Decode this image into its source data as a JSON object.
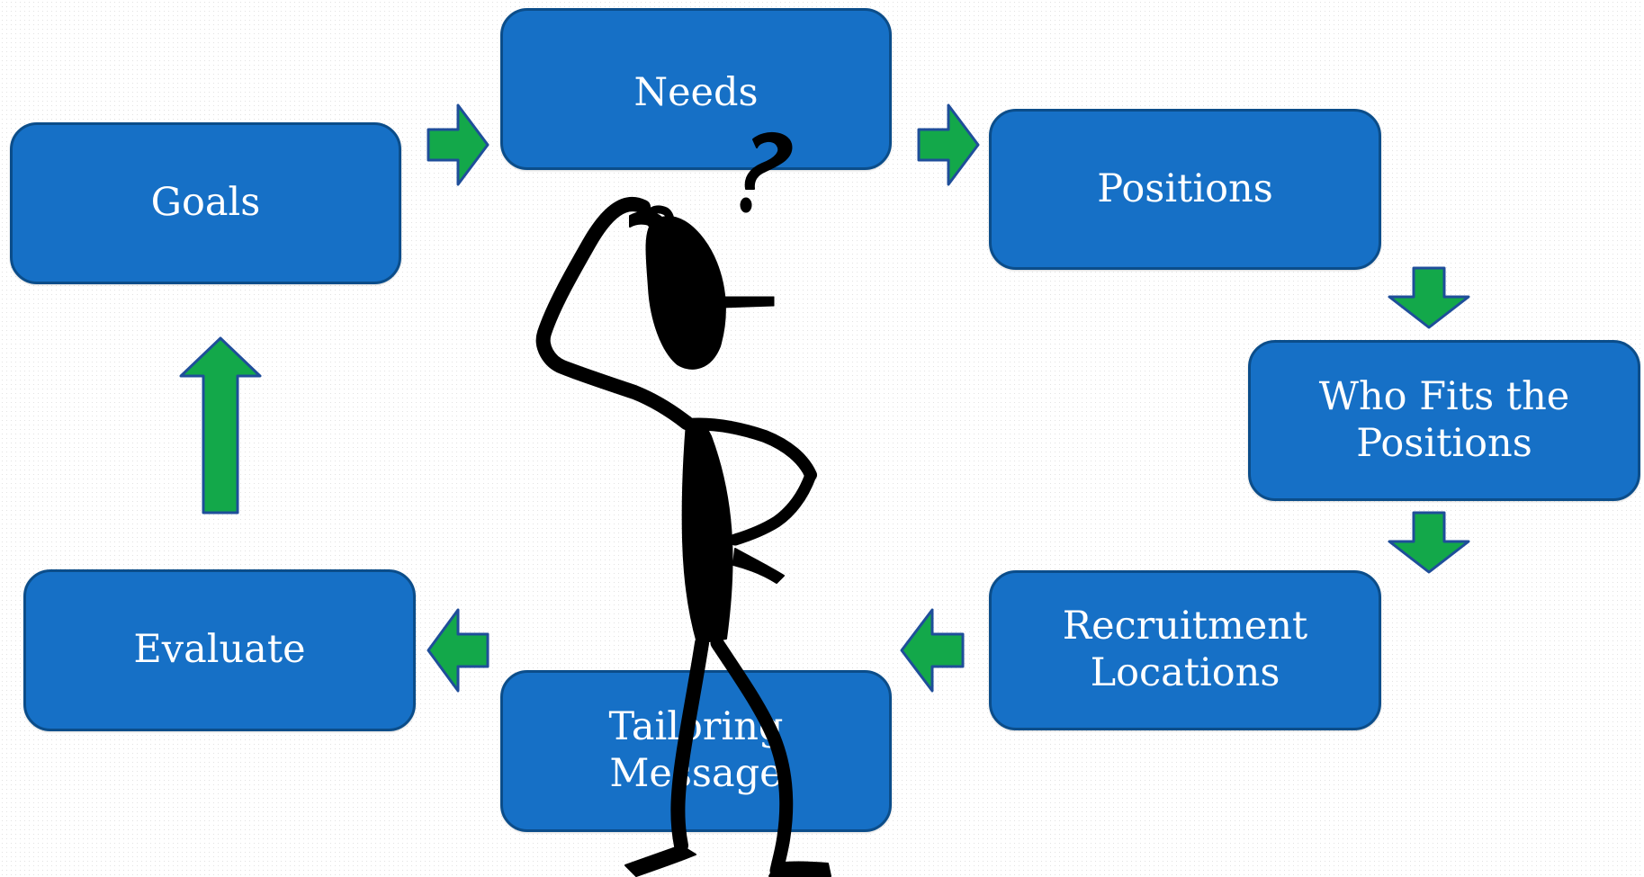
{
  "diagram": {
    "nodes": {
      "goals": "Goals",
      "needs": "Needs",
      "positions": "Positions",
      "who_fits": "Who Fits the Positions",
      "recruitment": "Recruitment Locations",
      "tailoring": "Tailoring Message",
      "evaluate": "Evaluate"
    },
    "icons": {
      "figure": "thinking-stick-figure-icon",
      "question_mark": "question-mark-icon",
      "arrow": "arrow-icon"
    },
    "colors": {
      "box_fill": "#1670c6",
      "box_border": "#0b4d8a",
      "box_text": "#ffffff",
      "arrow_fill": "#13a84a",
      "arrow_border": "#1f4e9a",
      "figure": "#000000"
    }
  }
}
